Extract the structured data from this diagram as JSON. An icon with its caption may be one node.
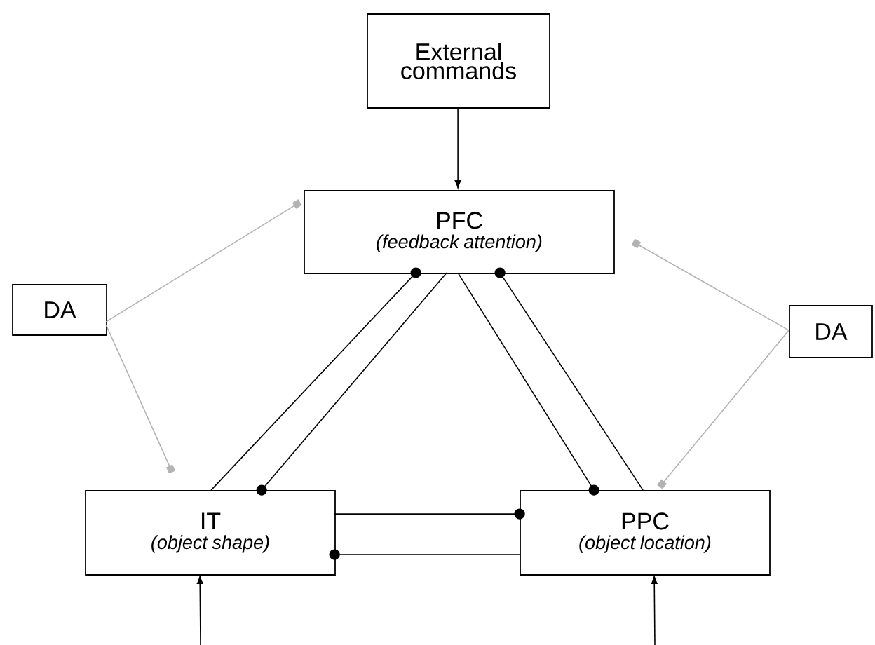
{
  "diagram": {
    "nodes": [
      {
        "text": [
          "External commands"
        ]
      },
      {
        "text": [
          "PFC",
          "(feedback attention)"
        ]
      },
      {
        "text": [
          "DA"
        ]
      },
      {
        "text": [
          "DA"
        ]
      },
      {
        "text": [
          "IT",
          "(object shape)"
        ]
      },
      {
        "text": [
          "PPC",
          "(object location)"
        ]
      }
    ],
    "edges": [
      {
        "from": 0,
        "to": 1,
        "arrow": "to"
      },
      {
        "from": 2,
        "to": 1,
        "arrow": "other",
        "color": "#b3b3b3"
      },
      {
        "from": 2,
        "to": 4,
        "arrow": "other",
        "color": "#b3b3b3"
      },
      {
        "from": 3,
        "to": 1,
        "arrow": "other",
        "color": "#b3b3b3"
      },
      {
        "from": 3,
        "to": 5,
        "arrow": "other",
        "color": "#b3b3b3"
      },
      {
        "from": 4,
        "to": 1,
        "arrow": "other"
      },
      {
        "from": 1,
        "to": 4,
        "arrow": "other"
      },
      {
        "from": 1,
        "to": 5,
        "arrow": "other"
      },
      {
        "from": 5,
        "to": 1,
        "arrow": "other"
      },
      {
        "from": 4,
        "to": 5,
        "arrow": "other"
      },
      {
        "from": 5,
        "to": 4,
        "arrow": "other"
      },
      {
        "from": null,
        "to": 4,
        "arrow": "to"
      },
      {
        "from": null,
        "to": 5,
        "arrow": "to"
      }
    ]
  }
}
